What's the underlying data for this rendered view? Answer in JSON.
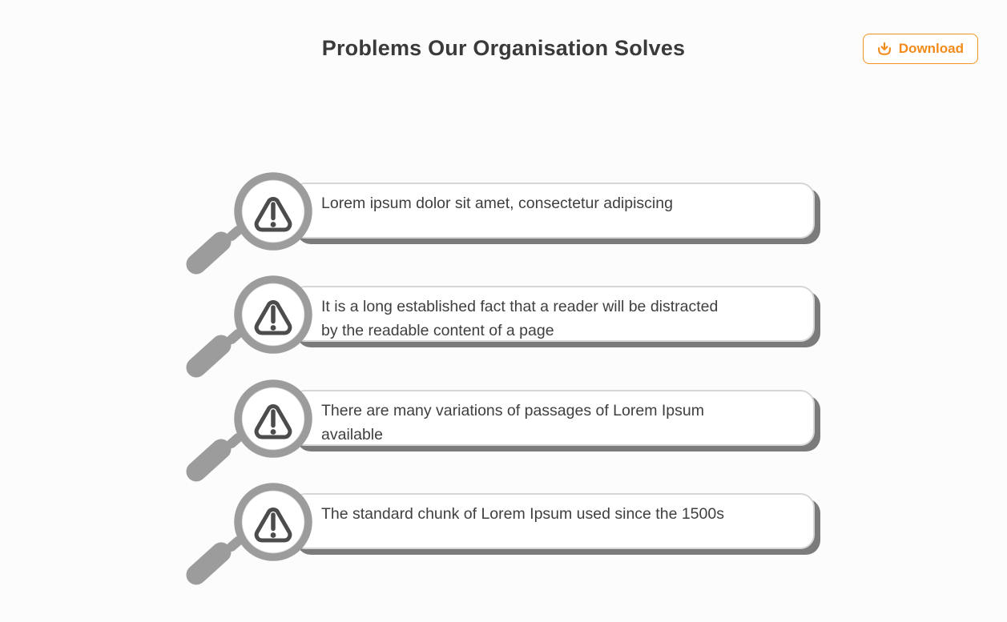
{
  "page": {
    "background": "#fcfcfc"
  },
  "header": {
    "title": "Problems Our Organisation Solves",
    "download_button": {
      "label": "Download",
      "icon": "download-icon",
      "accent_color": "#f28b1a"
    }
  },
  "problems": {
    "icon": "magnifier-warning-icon",
    "colors": {
      "magnifier_gray": "#9c9c9c",
      "warning_glyph": "#4c4c4c",
      "card_border": "#d6d6d6",
      "card_shadow": "#7b7b7b",
      "text": "#3f3f3f"
    },
    "items": [
      {
        "text": "Lorem ipsum dolor sit amet, consectetur adipiscing"
      },
      {
        "text": "It is a long established fact that a reader will be distracted\nby the readable content of a page"
      },
      {
        "text": "There are many variations of passages of Lorem Ipsum\navailable"
      },
      {
        "text": "The standard chunk of Lorem Ipsum used since the 1500s"
      }
    ]
  }
}
